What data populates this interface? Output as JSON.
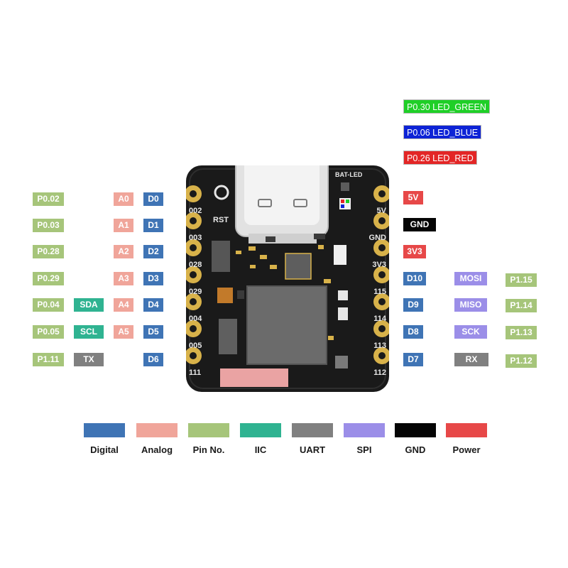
{
  "leds": {
    "green": "P0.30 LED_GREEN",
    "blue": "P0.06 LED_BLUE",
    "red": "P0.26 LED_RED"
  },
  "left_pins": [
    {
      "pin": "P0.02",
      "func": "",
      "analog": "A0",
      "digital": "D0"
    },
    {
      "pin": "P0.03",
      "func": "",
      "analog": "A1",
      "digital": "D1"
    },
    {
      "pin": "P0.28",
      "func": "",
      "analog": "A2",
      "digital": "D2"
    },
    {
      "pin": "P0.29",
      "func": "",
      "analog": "A3",
      "digital": "D3"
    },
    {
      "pin": "P0.04",
      "func": "SDA",
      "analog": "A4",
      "digital": "D4"
    },
    {
      "pin": "P0.05",
      "func": "SCL",
      "analog": "A5",
      "digital": "D5"
    },
    {
      "pin": "P1.11",
      "func": "TX",
      "analog": "",
      "digital": "D6"
    }
  ],
  "right_pins": [
    {
      "label": "5V"
    },
    {
      "label": "GND"
    },
    {
      "label": "3V3"
    },
    {
      "label": "D10",
      "func": "MOSI",
      "pin": "P1.15"
    },
    {
      "label": "D9",
      "func": "MISO",
      "pin": "P1.14"
    },
    {
      "label": "D8",
      "func": "SCK",
      "pin": "P1.13"
    },
    {
      "label": "D7",
      "func": "RX",
      "pin": "P1.12"
    }
  ],
  "board": {
    "silk_left": [
      "002",
      "003",
      "028",
      "029",
      "004",
      "005",
      "111"
    ],
    "silk_right": [
      "5V",
      "GND",
      "3V3",
      "115",
      "114",
      "113",
      "112"
    ],
    "rst": "RST",
    "bat_led": "BAT-LED"
  },
  "legend": [
    "Digital",
    "Analog",
    "Pin No.",
    "IIC",
    "UART",
    "SPI",
    "GND",
    "Power"
  ],
  "colors": {
    "digital": "#3f74b5",
    "analog": "#f0a59a",
    "pin_no": "#a6c57a",
    "iic": "#2fb391",
    "uart": "#808080",
    "spi": "#9b8ee8",
    "gnd": "#050505",
    "power": "#e74848",
    "pcb": "#1a1a1a",
    "pad_gold": "#d8b24a"
  }
}
